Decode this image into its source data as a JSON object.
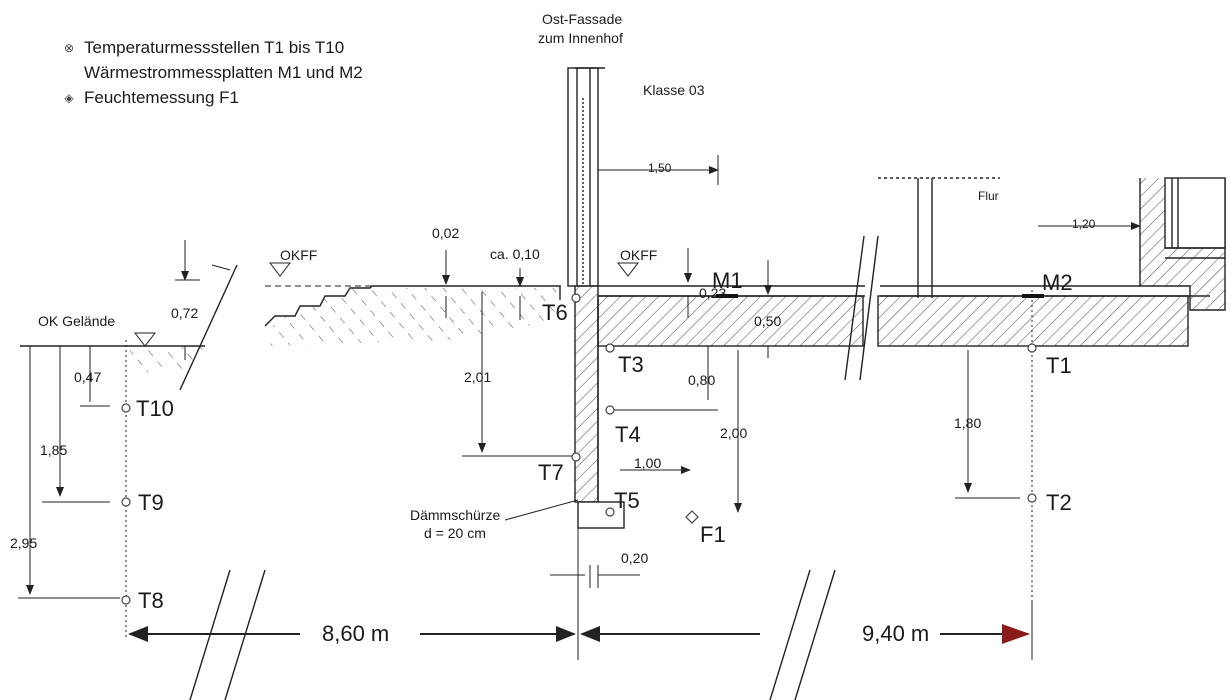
{
  "legend": [
    {
      "symbol": "temp-point-icon",
      "glyph": "⊗",
      "text": "Temperaturmessstellen T1 bis T10"
    },
    {
      "symbol": "",
      "glyph": "",
      "text": "Wärmestrommessplatten M1 und M2"
    },
    {
      "symbol": "humidity-point-icon",
      "glyph": "◈",
      "text": "Feuchtemessung F1"
    }
  ],
  "rooms": {
    "facade_line1": "Ost-Fassade",
    "facade_line2": "zum Innenhof",
    "classroom": "Klasse 03",
    "corridor": "Flur"
  },
  "levels": {
    "okff_left": "OKFF",
    "okff_right": "OKFF",
    "ok_gelaende": "OK Gelände"
  },
  "insulation": {
    "line1": "Dämmschürze",
    "line2": "d = 20 cm"
  },
  "sensors": {
    "T1": "T1",
    "T2": "T2",
    "T3": "T3",
    "T4": "T4",
    "T5": "T5",
    "T6": "T6",
    "T7": "T7",
    "T8": "T8",
    "T9": "T9",
    "T10": "T10",
    "M1": "M1",
    "M2": "M2",
    "F1": "F1"
  },
  "dimensions": {
    "d_150": "1,50",
    "d_120": "1,20",
    "d_002": "0,02",
    "d_010": "ca. 0,10",
    "d_072": "0,72",
    "d_023": "0,23",
    "d_050": "0,50",
    "d_047": "0,47",
    "d_201": "2,01",
    "d_080": "0,80",
    "d_200": "2,00",
    "d_180": "1,80",
    "d_185": "1,85",
    "d_100": "1,00",
    "d_295": "2,95",
    "d_020": "0,20",
    "span_left": "8,60 m",
    "span_right": "9,40 m"
  },
  "colors": {
    "line": "#222222",
    "hatch": "#555555",
    "arrow_accent": "#8b1a1a"
  }
}
